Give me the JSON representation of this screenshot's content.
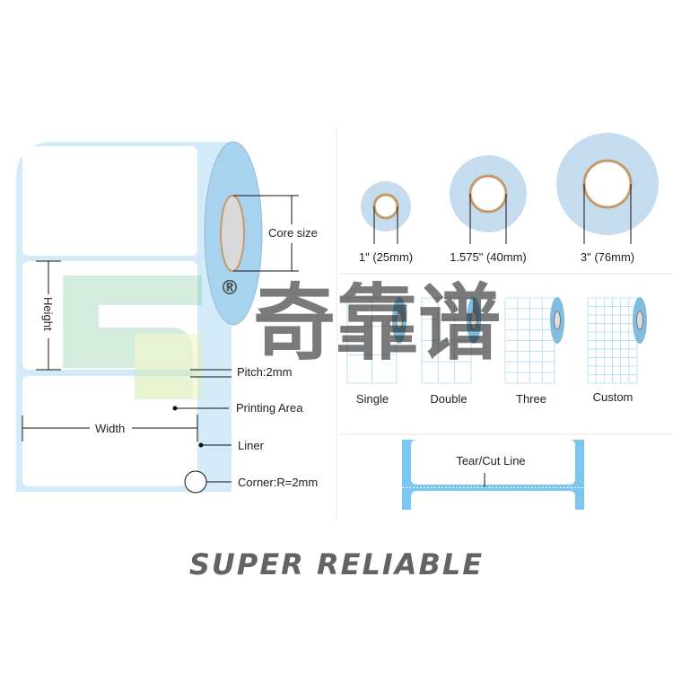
{
  "roll_diagram": {
    "core_size": "Core size",
    "height": "Height",
    "width": "Width",
    "pitch": "Pitch:2mm",
    "printing_area": "Printing Area",
    "liner": "Liner",
    "corner": "Corner:R=2mm"
  },
  "core_sizes": [
    {
      "label": "1\" (25mm)"
    },
    {
      "label": "1.575\" (40mm)"
    },
    {
      "label": "3\" (76mm)"
    }
  ],
  "roll_types": [
    {
      "label": "Single"
    },
    {
      "label": "Double"
    },
    {
      "label": "Three"
    },
    {
      "label": "Custom"
    }
  ],
  "tear_line": {
    "label": "Tear/Cut Line"
  },
  "watermark": {
    "registered": "®",
    "chinese": "奇靠谱",
    "english": "SUPER RELIABLE"
  },
  "colors": {
    "liner": "#d3ebf8",
    "roll_side": "#a8d3ee",
    "core": "#d9d9d9",
    "core_ring": "#c49a6c",
    "tear_blue": "#7cc7ef"
  }
}
